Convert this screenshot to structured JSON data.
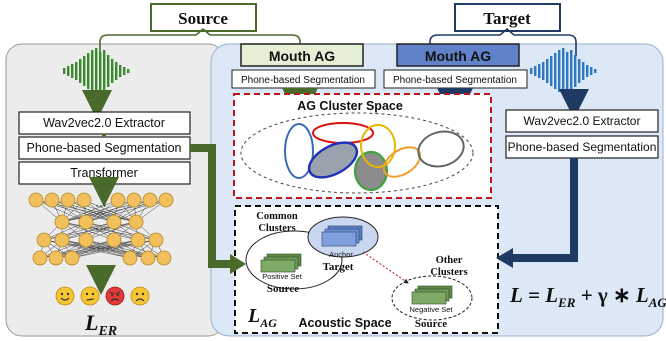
{
  "source": {
    "title": "Source",
    "extractor": "Wav2vec2.0 Extractor",
    "segmentation": "Phone-based Segmentation",
    "transformer": "Transformer",
    "dots": "···",
    "loss_main": "L",
    "loss_sub": "ER"
  },
  "target": {
    "title": "Target",
    "extractor": "Wav2vec2.0 Extractor",
    "segmentation": "Phone-based Segmentation"
  },
  "mouth_ag_left": {
    "label": "Mouth AG",
    "segmentation": "Phone-based Segmentation"
  },
  "mouth_ag_right": {
    "label": "Mouth AG",
    "segmentation": "Phone-based Segmentation"
  },
  "ag_cluster_space": {
    "title": "AG Cluster Space"
  },
  "acoustic_space": {
    "title": "Acoustic Space",
    "loss_main": "L",
    "loss_sub": "AG",
    "common_clusters_line1": "Common",
    "common_clusters_line2": "Clusters",
    "anchor": "Anchor",
    "target": "Target",
    "positive_set": "Positive Set",
    "source_left": "Source",
    "other_clusters_line1": "Other",
    "other_clusters_line2": "Clusters",
    "negative_set": "Negative Set",
    "source_right": "Source"
  },
  "formula": {
    "L": "L",
    "eq": " = ",
    "L_er": "L",
    "er_sub": "ER",
    "plus": " + γ ∗ ",
    "L_ag": "L",
    "ag_sub": "AG"
  },
  "emotions": [
    "happy-face-icon",
    "neutral-face-icon",
    "angry-face-icon",
    "sad-face-icon"
  ],
  "colors": {
    "source_green": "#4a6a2b",
    "target_navy": "#1f3a63",
    "wave_green": "#3a8a2e",
    "wave_blue": "#2f78c4",
    "panel_gray": "#ececec",
    "panel_blue": "#dce8f6",
    "dashed_red": "#c0141c",
    "node_yellow": "#f2c05a"
  }
}
